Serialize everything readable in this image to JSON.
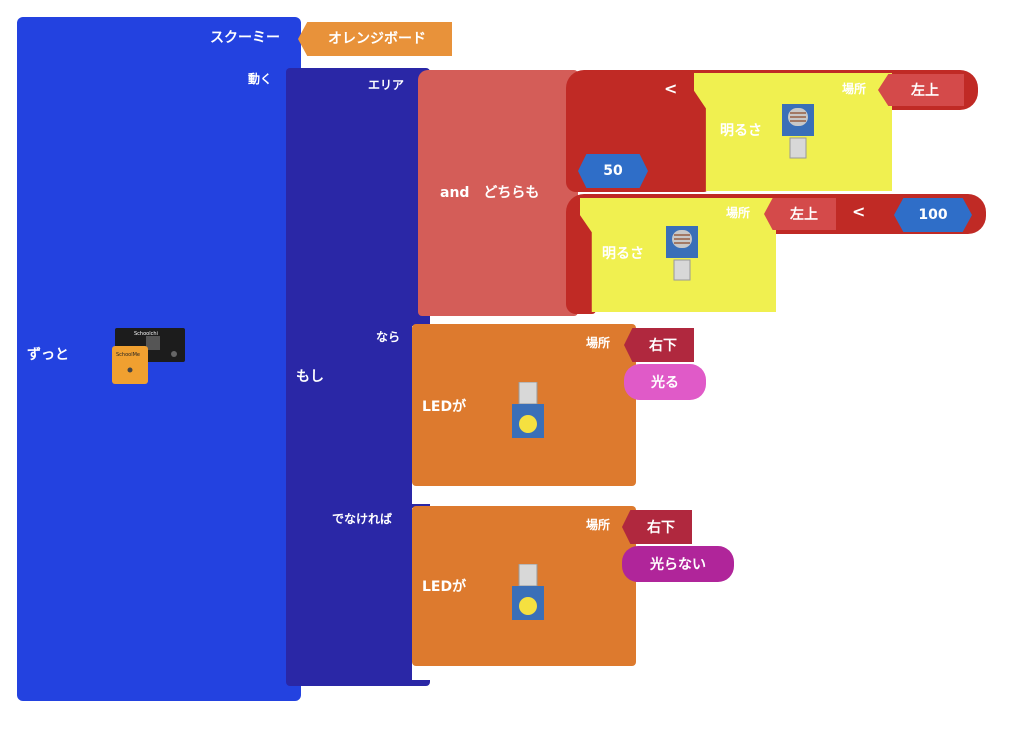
{
  "forever": {
    "label": "ずっと"
  },
  "board_hat": {
    "label": "スクーミー",
    "value": "オレンジボード"
  },
  "move_label": "動く",
  "if_block": {
    "label": "もし",
    "area_label": "エリア",
    "then_label": "なら",
    "else_label": "でなければ"
  },
  "and_block": {
    "label": "and　どちらも"
  },
  "compare1": {
    "operator": "<",
    "left_value": "50",
    "sensor_label": "明るさ",
    "location_label": "場所",
    "location_value": "左上"
  },
  "compare2": {
    "operator": "<",
    "right_value": "100",
    "sensor_label": "明るさ",
    "location_label": "場所",
    "location_value": "左上"
  },
  "led_then": {
    "label": "LEDが",
    "location_label": "場所",
    "location_value": "右下",
    "state": "光る"
  },
  "led_else": {
    "label": "LEDが",
    "location_label": "場所",
    "location_value": "右下",
    "state": "光らない"
  },
  "board_icon_texts": {
    "top": "Schoolchi",
    "front": "SchoolMe"
  },
  "colors": {
    "forever": "#2342e0",
    "if": "#2a27a6",
    "and": "#d45d58",
    "compare": "#c02a25",
    "sensor": "#f0f050",
    "led": "#dd7a2e",
    "number": "#2f6ec8",
    "board": "#e8923a"
  }
}
